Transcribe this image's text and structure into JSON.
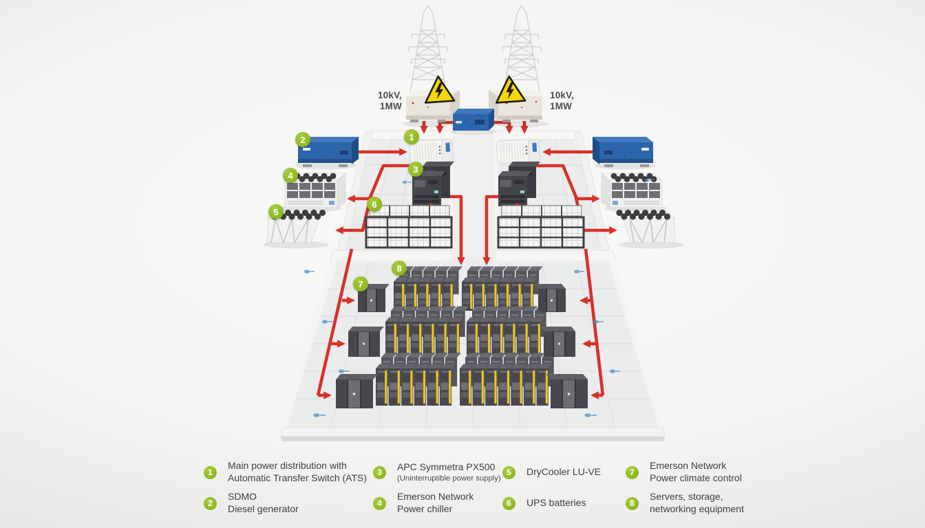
{
  "feeds": {
    "left": {
      "line1": "10kV,",
      "line2": "1MW"
    },
    "right": {
      "line1": "10kV,",
      "line2": "1MW"
    }
  },
  "markers": [
    "1",
    "2",
    "3",
    "4",
    "5",
    "6",
    "7",
    "8"
  ],
  "legend": {
    "items": [
      {
        "num": "1",
        "line1": "Main power distribution with",
        "line2": "Automatic Transfer Switch (ATS)"
      },
      {
        "num": "2",
        "line1": "SDMO",
        "line2": "Diesel generator"
      },
      {
        "num": "3",
        "line1": "APC Symmetra PX500",
        "line2": "(Uninterruptible power supply)"
      },
      {
        "num": "4",
        "line1": "Emerson Network",
        "line2": "Power chiller"
      },
      {
        "num": "5",
        "line1": "DryCooler LU-VE",
        "line2": ""
      },
      {
        "num": "6",
        "line1": "UPS batteries",
        "line2": ""
      },
      {
        "num": "7",
        "line1": "Emerson Network",
        "line2": "Power climate control"
      },
      {
        "num": "8",
        "line1": "Servers, storage,",
        "line2": "networking equipment"
      }
    ]
  },
  "colors": {
    "marker_green": "#93bc27",
    "power_line_red": "#d6322b",
    "generator_blue": "#2e66ad",
    "warning_yellow": "#f5d70a",
    "rack_accent_yellow": "#ecc61d"
  },
  "icons": {
    "high_voltage_warning": "lightning-bolt-triangle"
  }
}
